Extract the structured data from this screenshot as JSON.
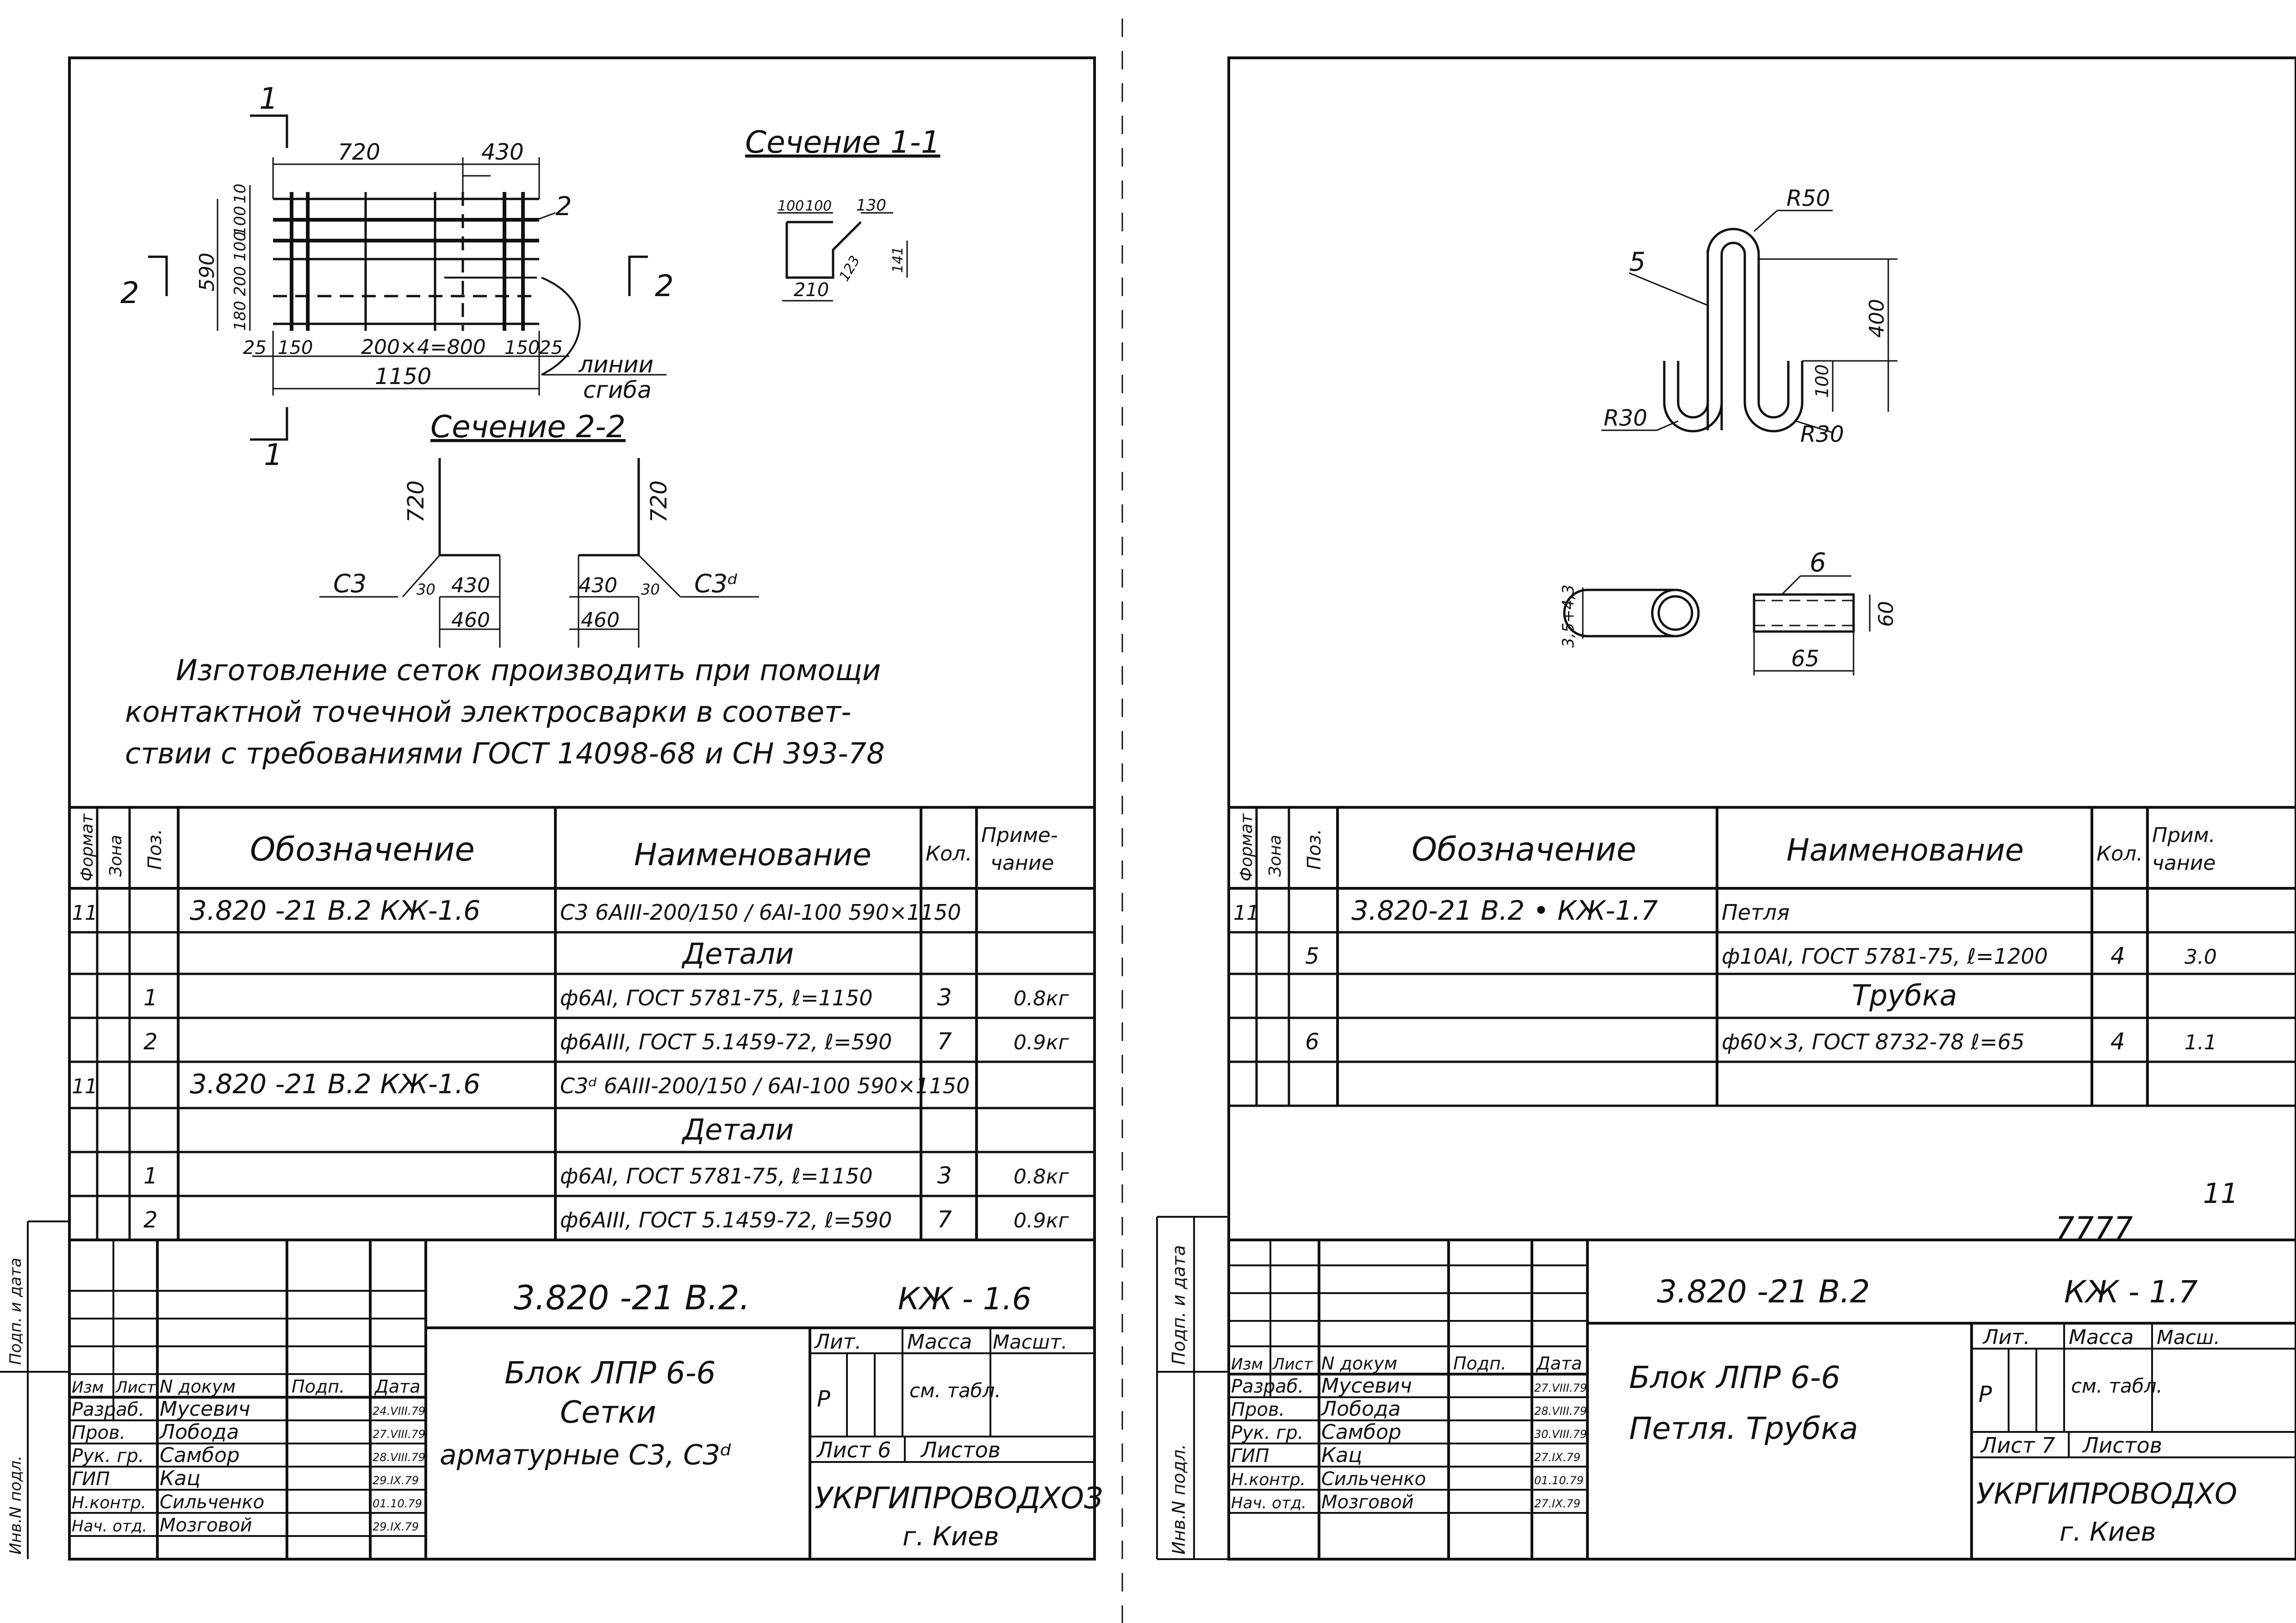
{
  "left": {
    "drawing": {
      "dims_top": [
        "720",
        "430"
      ],
      "section_mark_1": "1",
      "section_mark_2": "2",
      "pos_2": "2",
      "dims_left": [
        "10",
        "100",
        "100",
        "200",
        "180"
      ],
      "dim_590": "590",
      "dims_bottom": [
        "25",
        "150",
        "200×4=800",
        "150",
        "25"
      ],
      "dim_1150": "1150",
      "bend_label_1": "линии",
      "bend_label_2": "сгиба"
    },
    "section11": {
      "title": "Сечение 1-1",
      "dims": [
        "100",
        "100",
        "130",
        "210",
        "123",
        "141"
      ]
    },
    "section22": {
      "title": "Сечение 2-2",
      "left_label": "С3",
      "right_label": "С3ᵈ",
      "dims": [
        "720",
        "430",
        "460",
        "30",
        "720",
        "430",
        "460",
        "30"
      ]
    },
    "note": [
      "Изготовление сеток производить при помощи",
      "контактной точечной электросварки в соответ-",
      "ствии с требованиями ГОСТ 14098-68 и СН 393-78"
    ],
    "table": {
      "headers": {
        "format": "Формат",
        "zone": "Зона",
        "pos": "Поз.",
        "designation": "Обозначение",
        "name": "Наименование",
        "qty": "Кол.",
        "note": "Приме-\nчание"
      },
      "rows": [
        {
          "format": "11",
          "pos": "",
          "designation": "3.820 -21 В.2   КЖ-1.6",
          "name": "С3  6АIII-200/150 / 6АI-100  590×1150",
          "qty": "",
          "note": ""
        },
        {
          "format": "",
          "pos": "",
          "designation": "",
          "name": "Детали",
          "qty": "",
          "note": ""
        },
        {
          "format": "",
          "pos": "1",
          "designation": "",
          "name": "ф6АI, ГОСТ 5781-75, ℓ=1150",
          "qty": "3",
          "note": "0.8кг"
        },
        {
          "format": "",
          "pos": "2",
          "designation": "",
          "name": "ф6АIII, ГОСТ 5.1459-72, ℓ=590",
          "qty": "7",
          "note": "0.9кг"
        },
        {
          "format": "11",
          "pos": "",
          "designation": "3.820 -21 В.2   КЖ-1.6",
          "name": "С3ᵈ  6АIII-200/150 / 6АI-100  590×1150",
          "qty": "",
          "note": ""
        },
        {
          "format": "",
          "pos": "",
          "designation": "",
          "name": "Детали",
          "qty": "",
          "note": ""
        },
        {
          "format": "",
          "pos": "1",
          "designation": "",
          "name": "ф6АI, ГОСТ 5781-75, ℓ=1150",
          "qty": "3",
          "note": "0.8кг"
        },
        {
          "format": "",
          "pos": "2",
          "designation": "",
          "name": "ф6АIII, ГОСТ 5.1459-72, ℓ=590",
          "qty": "7",
          "note": "0.9кг"
        }
      ]
    },
    "titleblock": {
      "code": "3.820 -21  В.2.",
      "doc": "КЖ - 1.6",
      "name_lines": [
        "Блок ЛПР 6-6",
        "Сетки",
        "арматурные  С3, С3ᵈ"
      ],
      "lit_label": "Лит.",
      "mass_label": "Масса",
      "scale_label": "Масшт.",
      "lit_value": "Р",
      "mass_value": "см. табл.",
      "sheet_label": "Лист 6",
      "sheets_label": "Листов",
      "org": "УКРГИПРОВОДХОЗ",
      "city": "г. Киев",
      "col_headers": [
        "Изм",
        "Лист",
        "N докум",
        "Подп.",
        "Дата"
      ],
      "people": [
        {
          "role": "Разраб.",
          "name": "Мусевич",
          "date": "24.VIII.79"
        },
        {
          "role": "Пров.",
          "name": "Лобода",
          "date": "27.VIII.79"
        },
        {
          "role": "Рук. гр.",
          "name": "Самбор",
          "date": "28.VIII.79"
        },
        {
          "role": "ГИП",
          "name": "Кац",
          "date": "29.IX.79"
        },
        {
          "role": "Н.контр.",
          "name": "Сильченко",
          "date": "01.10.79"
        },
        {
          "role": "Нач. отд.",
          "name": "Мозговой",
          "date": "29.IX.79"
        }
      ],
      "side_labels": [
        "Инв.N подл.",
        "Подп. и дата"
      ]
    }
  },
  "right": {
    "drawing": {
      "r50": "R50",
      "r30_left": "R30",
      "r30_right": "R30",
      "pos_5": "5",
      "pos_6": "6",
      "dim_400": "400",
      "dim_100": "100",
      "dim_ring": "3,5+4,3",
      "dim_60": "60",
      "dim_65": "65"
    },
    "table": {
      "headers": {
        "format": "Формат",
        "zone": "Зона",
        "pos": "Поз.",
        "designation": "Обозначение",
        "name": "Наименование",
        "qty": "Кол.",
        "note": "Прим.\nчание"
      },
      "rows": [
        {
          "format": "11",
          "pos": "",
          "designation": "3.820-21  В.2  • КЖ-1.7",
          "name": "Петля",
          "qty": "",
          "note": ""
        },
        {
          "format": "",
          "pos": "5",
          "designation": "",
          "name": "ф10АI, ГОСТ 5781-75, ℓ=1200",
          "qty": "4",
          "note": "3.0"
        },
        {
          "format": "",
          "pos": "",
          "designation": "",
          "name": "Трубка",
          "qty": "",
          "note": ""
        },
        {
          "format": "",
          "pos": "6",
          "designation": "",
          "name": "ф60×3, ГОСТ 8732-78  ℓ=65",
          "qty": "4",
          "note": "1.1"
        },
        {
          "format": "",
          "pos": "",
          "designation": "",
          "name": "",
          "qty": "",
          "note": ""
        }
      ]
    },
    "margin_mark": "11",
    "stamp_number": "7777",
    "titleblock": {
      "code": "3.820 -21   В.2",
      "doc": "КЖ - 1.7",
      "name_lines": [
        "Блок ЛПР 6-6",
        "Петля. Трубка"
      ],
      "lit_label": "Лит.",
      "mass_label": "Масса",
      "scale_label": "Масш.",
      "lit_value": "Р",
      "mass_value": "см. табл.",
      "sheet_label": "Лист 7",
      "sheets_label": "Листов",
      "org": "УКРГИПРОВОДХО",
      "city": "г. Киев",
      "col_headers": [
        "Изм",
        "Лист",
        "N докум",
        "Подп.",
        "Дата"
      ],
      "people": [
        {
          "role": "Разраб.",
          "name": "Мусевич",
          "date": "27.VIII.79"
        },
        {
          "role": "Пров.",
          "name": "Лобода",
          "date": "28.VIII.79"
        },
        {
          "role": "Рук. гр.",
          "name": "Самбор",
          "date": "30.VIII.79"
        },
        {
          "role": "ГИП",
          "name": "Кац",
          "date": "27.IX.79"
        },
        {
          "role": "Н.контр.",
          "name": "Сильченко",
          "date": "01.10.79"
        },
        {
          "role": "Нач. отд.",
          "name": "Мозговой",
          "date": "27.IX.79"
        }
      ],
      "side_labels": [
        "Инв.N подл.",
        "Подп. и дата"
      ]
    }
  }
}
